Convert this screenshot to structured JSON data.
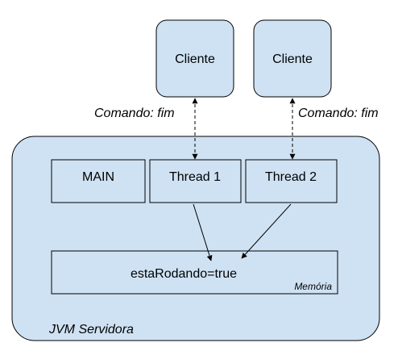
{
  "clients": [
    {
      "label": "Cliente"
    },
    {
      "label": "Cliente"
    }
  ],
  "commands": [
    {
      "label": "Comando: fim"
    },
    {
      "label": "Comando: fim"
    }
  ],
  "server": {
    "label": "JVM Servidora",
    "boxes": [
      {
        "label": "MAIN"
      },
      {
        "label": "Thread 1"
      },
      {
        "label": "Thread 2"
      }
    ],
    "memory": {
      "value": "estaRodando=true",
      "label": "Memória"
    }
  },
  "colors": {
    "box_fill": "#cfe2f3",
    "stroke": "#000000"
  }
}
